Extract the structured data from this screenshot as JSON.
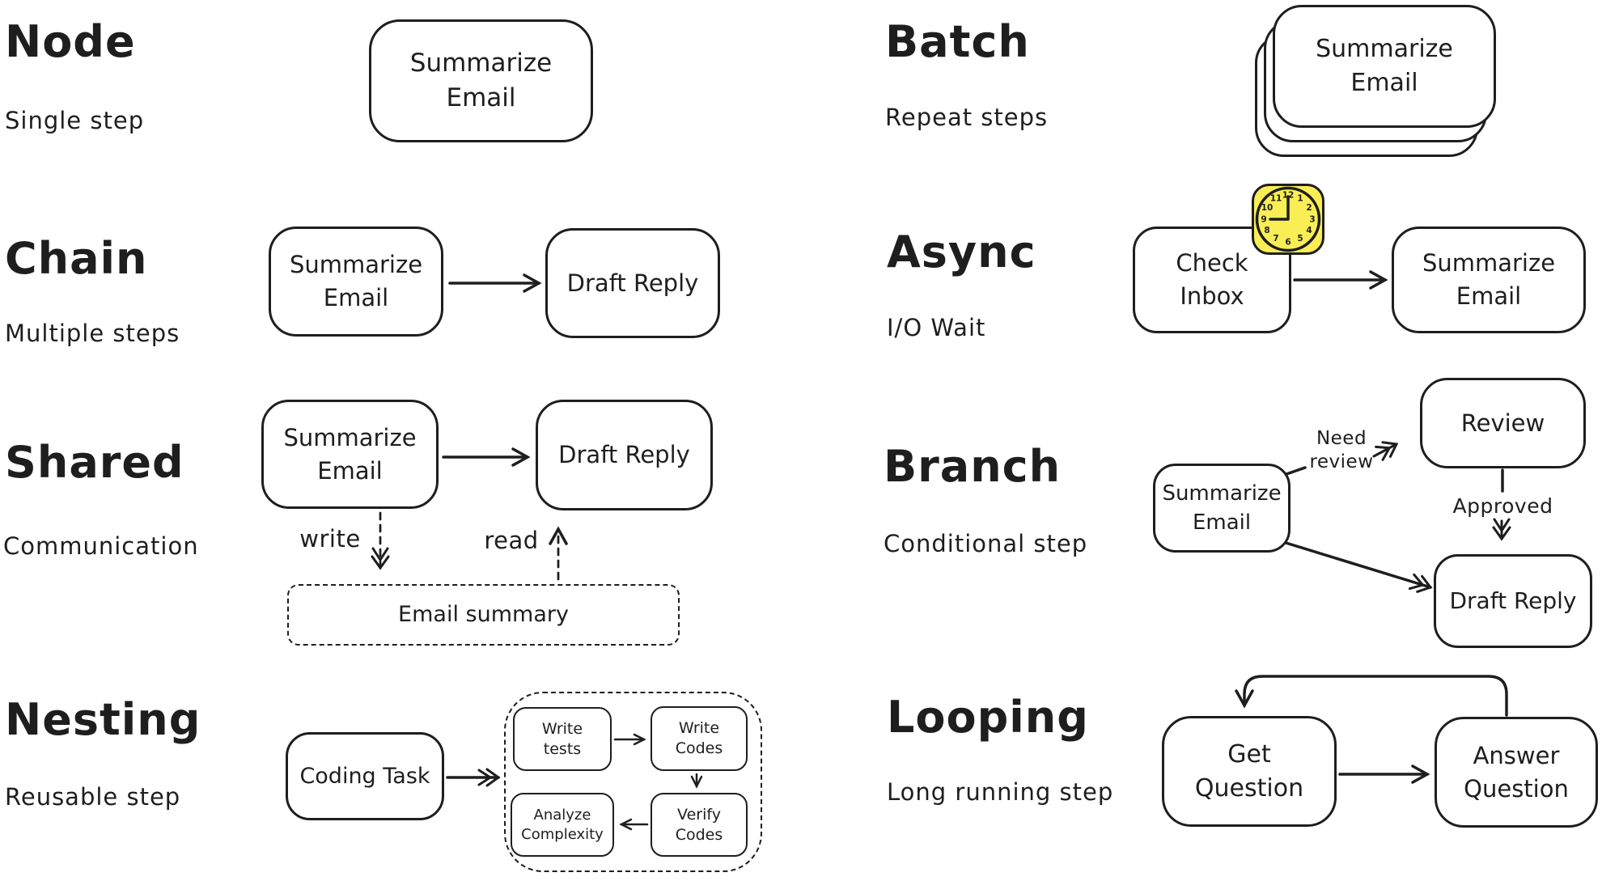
{
  "canvas": {
    "background": "#ffffff",
    "ink": "#1e1e1e",
    "sticker_yellow": "#f9ef55"
  },
  "sections": {
    "node": {
      "title": "Node",
      "subtitle": "Single step",
      "box": "Summarize Email"
    },
    "chain": {
      "title": "Chain",
      "subtitle": "Multiple steps",
      "box1": "Summarize Email",
      "box2": "Draft Reply"
    },
    "shared": {
      "title": "Shared",
      "subtitle": "Communication",
      "box1": "Summarize Email",
      "box2": "Draft Reply",
      "write_label": "write",
      "read_label": "read",
      "store": "Email summary"
    },
    "nesting": {
      "title": "Nesting",
      "subtitle": "Reusable step",
      "outer_box": "Coding Task",
      "inner_a": "Write tests",
      "inner_b": "Write Codes",
      "inner_c": "Analyze Complexity",
      "inner_d": "Verify Codes"
    },
    "batch": {
      "title": "Batch",
      "subtitle": "Repeat steps",
      "box": "Summarize Email"
    },
    "async": {
      "title": "Async",
      "subtitle": "I/O Wait",
      "box1": "Check Inbox",
      "box2": "Summarize Email",
      "clock_numbers": [
        "12",
        "1",
        "2",
        "3",
        "4",
        "5",
        "6",
        "7",
        "8",
        "9",
        "10",
        "11"
      ]
    },
    "branch": {
      "title": "Branch",
      "subtitle": "Conditional step",
      "box1": "Summarize Email",
      "box2": "Review",
      "box3": "Draft Reply",
      "label_need": "Need review",
      "label_approved": "Approved"
    },
    "looping": {
      "title": "Looping",
      "subtitle": "Long running step",
      "box1": "Get Question",
      "box2": "Answer Question"
    }
  }
}
